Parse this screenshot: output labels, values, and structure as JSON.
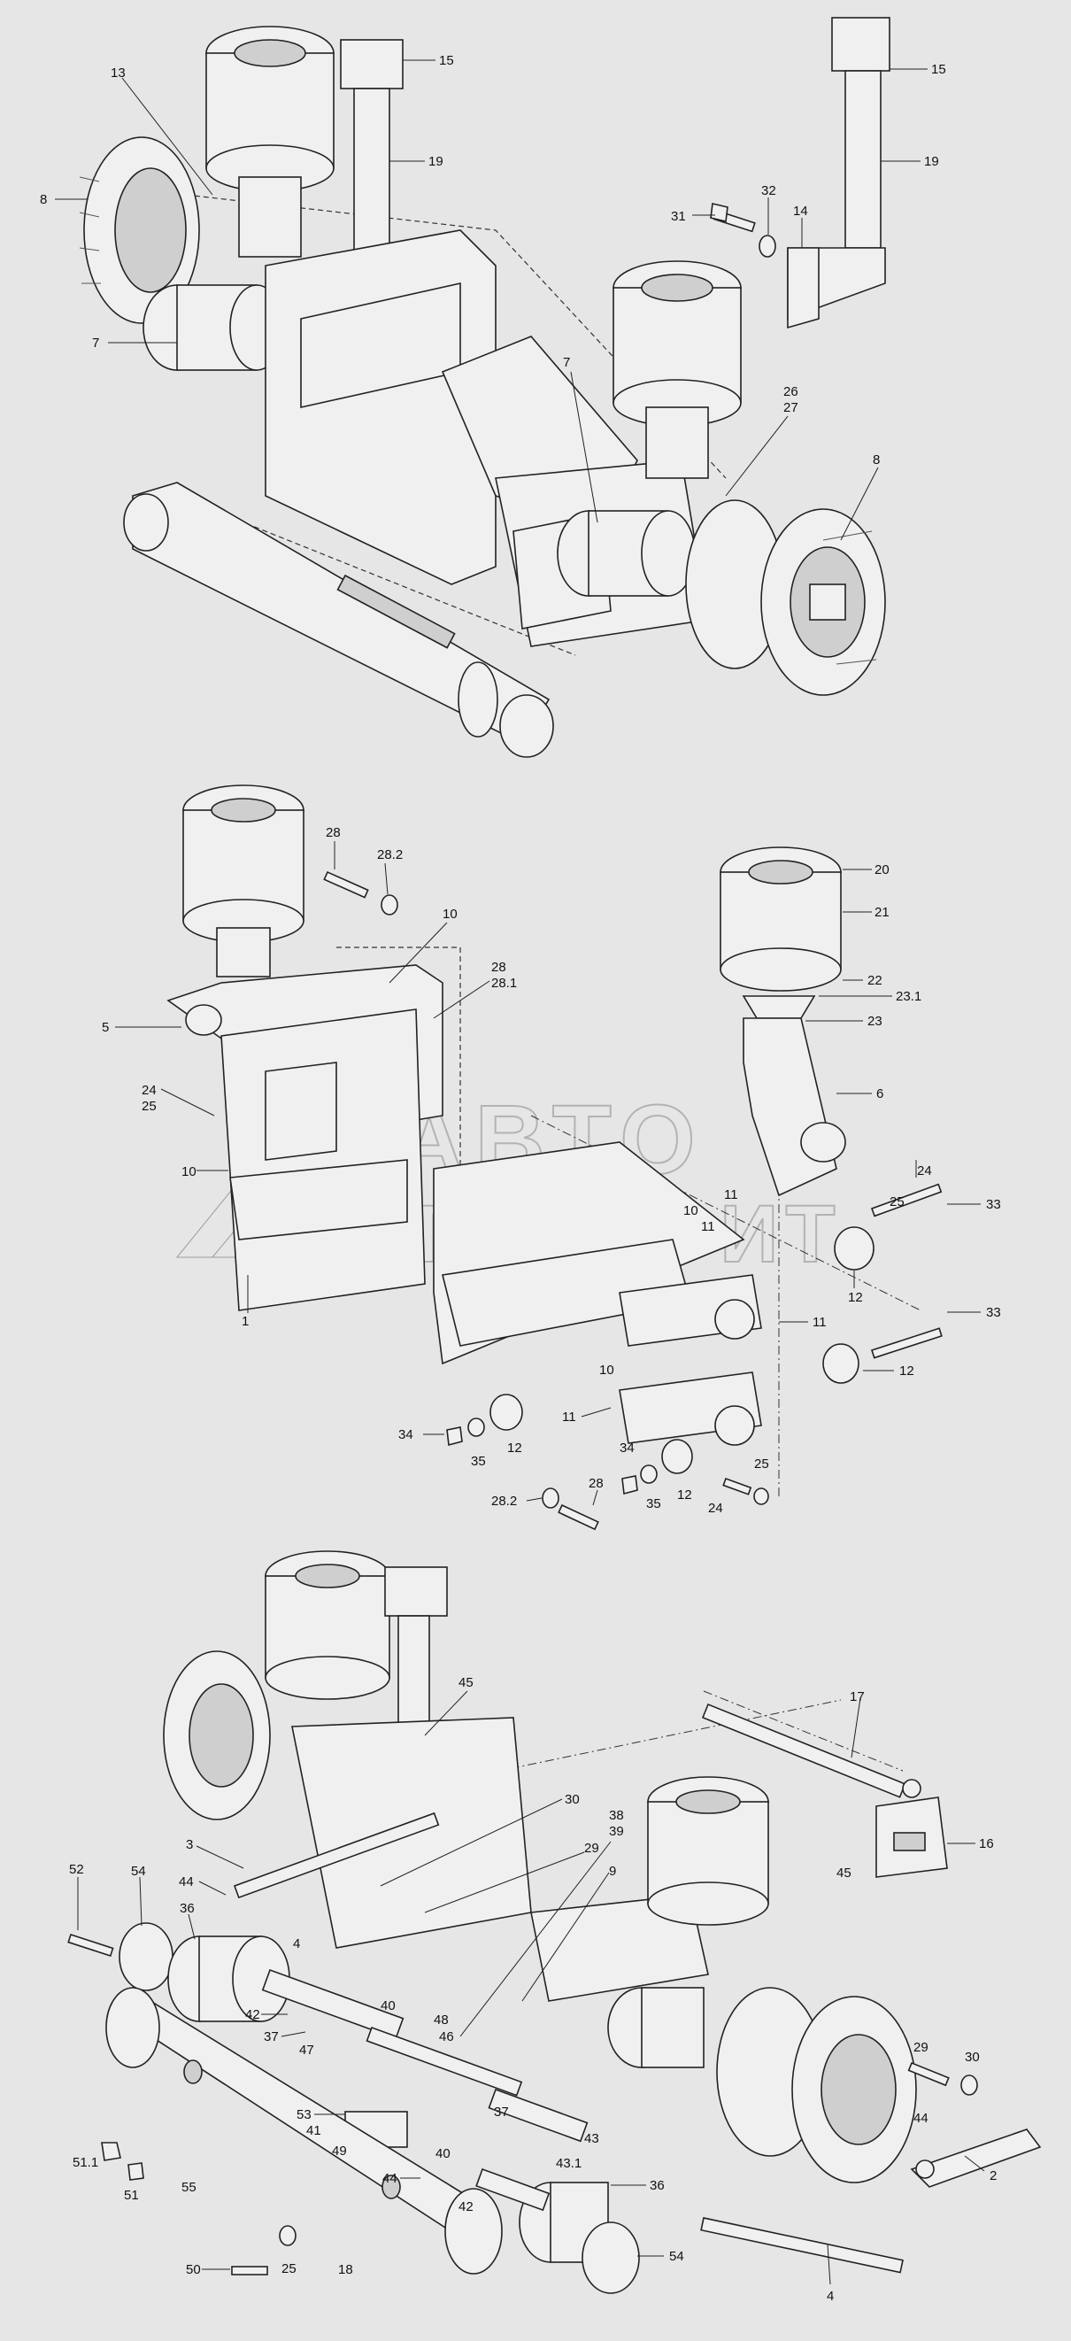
{
  "watermark": {
    "line1": "АВТО",
    "line2": "ГАБАРИТ"
  },
  "callouts": {
    "top": [
      {
        "id": "t13",
        "text": "13"
      },
      {
        "id": "t8a",
        "text": "8"
      },
      {
        "id": "t15a",
        "text": "15"
      },
      {
        "id": "t19a",
        "text": "19"
      },
      {
        "id": "t7a",
        "text": "7"
      },
      {
        "id": "t15b",
        "text": "15"
      },
      {
        "id": "t19b",
        "text": "19"
      },
      {
        "id": "t31",
        "text": "31"
      },
      {
        "id": "t32",
        "text": "32"
      },
      {
        "id": "t14",
        "text": "14"
      },
      {
        "id": "t7b",
        "text": "7"
      },
      {
        "id": "t26",
        "text": "26"
      },
      {
        "id": "t27",
        "text": "27"
      },
      {
        "id": "t8b",
        "text": "8"
      }
    ],
    "middle": [
      {
        "id": "m28a",
        "text": "28"
      },
      {
        "id": "m282a",
        "text": "28.2"
      },
      {
        "id": "m10a",
        "text": "10"
      },
      {
        "id": "m28b",
        "text": "28"
      },
      {
        "id": "m281",
        "text": "28.1"
      },
      {
        "id": "m5",
        "text": "5"
      },
      {
        "id": "m24a",
        "text": "24"
      },
      {
        "id": "m25a",
        "text": "25"
      },
      {
        "id": "m10b",
        "text": "10"
      },
      {
        "id": "m1",
        "text": "1"
      },
      {
        "id": "m20",
        "text": "20"
      },
      {
        "id": "m21",
        "text": "21"
      },
      {
        "id": "m22",
        "text": "22"
      },
      {
        "id": "m231",
        "text": "23.1"
      },
      {
        "id": "m23",
        "text": "23"
      },
      {
        "id": "m6",
        "text": "6"
      },
      {
        "id": "m24b",
        "text": "24"
      },
      {
        "id": "m25b",
        "text": "25"
      },
      {
        "id": "m33a",
        "text": "33"
      },
      {
        "id": "m11a",
        "text": "11"
      },
      {
        "id": "m10c",
        "text": "10"
      },
      {
        "id": "m11b",
        "text": "11"
      },
      {
        "id": "m12a",
        "text": "12"
      },
      {
        "id": "m11c",
        "text": "11"
      },
      {
        "id": "m33b",
        "text": "33"
      },
      {
        "id": "m12b",
        "text": "12"
      },
      {
        "id": "m10d",
        "text": "10"
      },
      {
        "id": "m11d",
        "text": "11"
      },
      {
        "id": "m34a",
        "text": "34"
      },
      {
        "id": "m35a",
        "text": "35"
      },
      {
        "id": "m12c",
        "text": "12"
      },
      {
        "id": "m34b",
        "text": "34"
      },
      {
        "id": "m35b",
        "text": "35"
      },
      {
        "id": "m12d",
        "text": "12"
      },
      {
        "id": "m25c",
        "text": "25"
      },
      {
        "id": "m24c",
        "text": "24"
      },
      {
        "id": "m282b",
        "text": "28.2"
      },
      {
        "id": "m28c",
        "text": "28"
      }
    ],
    "bottom": [
      {
        "id": "b45a",
        "text": "45"
      },
      {
        "id": "b3",
        "text": "3"
      },
      {
        "id": "b17",
        "text": "17"
      },
      {
        "id": "b30a",
        "text": "30"
      },
      {
        "id": "b38",
        "text": "38"
      },
      {
        "id": "b39",
        "text": "39"
      },
      {
        "id": "b29a",
        "text": "29"
      },
      {
        "id": "b9",
        "text": "9"
      },
      {
        "id": "b45b",
        "text": "45"
      },
      {
        "id": "b16",
        "text": "16"
      },
      {
        "id": "b52",
        "text": "52"
      },
      {
        "id": "b54a",
        "text": "54"
      },
      {
        "id": "b44a",
        "text": "44"
      },
      {
        "id": "b36a",
        "text": "36"
      },
      {
        "id": "b4a",
        "text": "4"
      },
      {
        "id": "b42a",
        "text": "42"
      },
      {
        "id": "b40a",
        "text": "40"
      },
      {
        "id": "b48",
        "text": "48"
      },
      {
        "id": "b46",
        "text": "46"
      },
      {
        "id": "b37a",
        "text": "37"
      },
      {
        "id": "b47",
        "text": "47"
      },
      {
        "id": "b53",
        "text": "53"
      },
      {
        "id": "b41",
        "text": "41"
      },
      {
        "id": "b49",
        "text": "49"
      },
      {
        "id": "b37b",
        "text": "37"
      },
      {
        "id": "b40b",
        "text": "40"
      },
      {
        "id": "b43",
        "text": "43"
      },
      {
        "id": "b431",
        "text": "43.1"
      },
      {
        "id": "b44b",
        "text": "44"
      },
      {
        "id": "b42b",
        "text": "42"
      },
      {
        "id": "b511",
        "text": "51.1"
      },
      {
        "id": "b51",
        "text": "51"
      },
      {
        "id": "b55",
        "text": "55"
      },
      {
        "id": "b50",
        "text": "50"
      },
      {
        "id": "b25",
        "text": "25"
      },
      {
        "id": "b18",
        "text": "18"
      },
      {
        "id": "b36b",
        "text": "36"
      },
      {
        "id": "b54b",
        "text": "54"
      },
      {
        "id": "b29b",
        "text": "29"
      },
      {
        "id": "b30b",
        "text": "30"
      },
      {
        "id": "b44c",
        "text": "44"
      },
      {
        "id": "b2",
        "text": "2"
      },
      {
        "id": "b4b",
        "text": "4"
      }
    ]
  }
}
